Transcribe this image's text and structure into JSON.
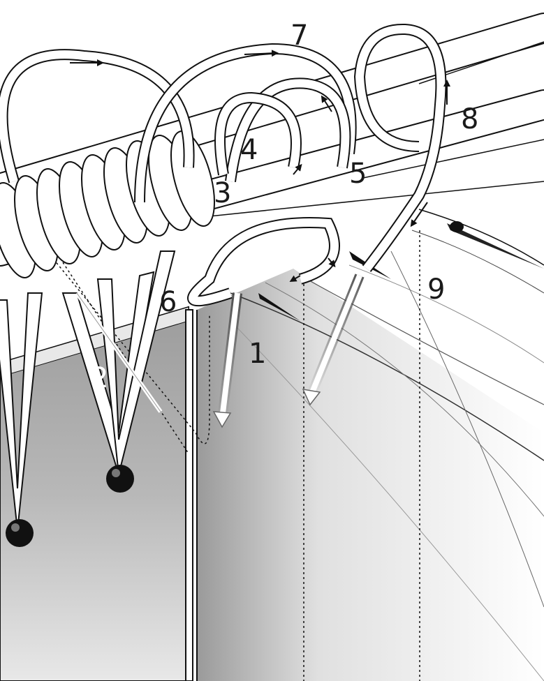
{
  "labels": {
    "l1": "1",
    "l2": "2",
    "l3": "3",
    "l4": "4",
    "l5": "5",
    "l6": "6",
    "l7": "7",
    "l8": "8",
    "l9": "9"
  },
  "colors": {
    "line": "#111111",
    "cord": "#ffffff",
    "shade_dark": "#8a8a8a",
    "shade_light": "#e6e6e6"
  }
}
